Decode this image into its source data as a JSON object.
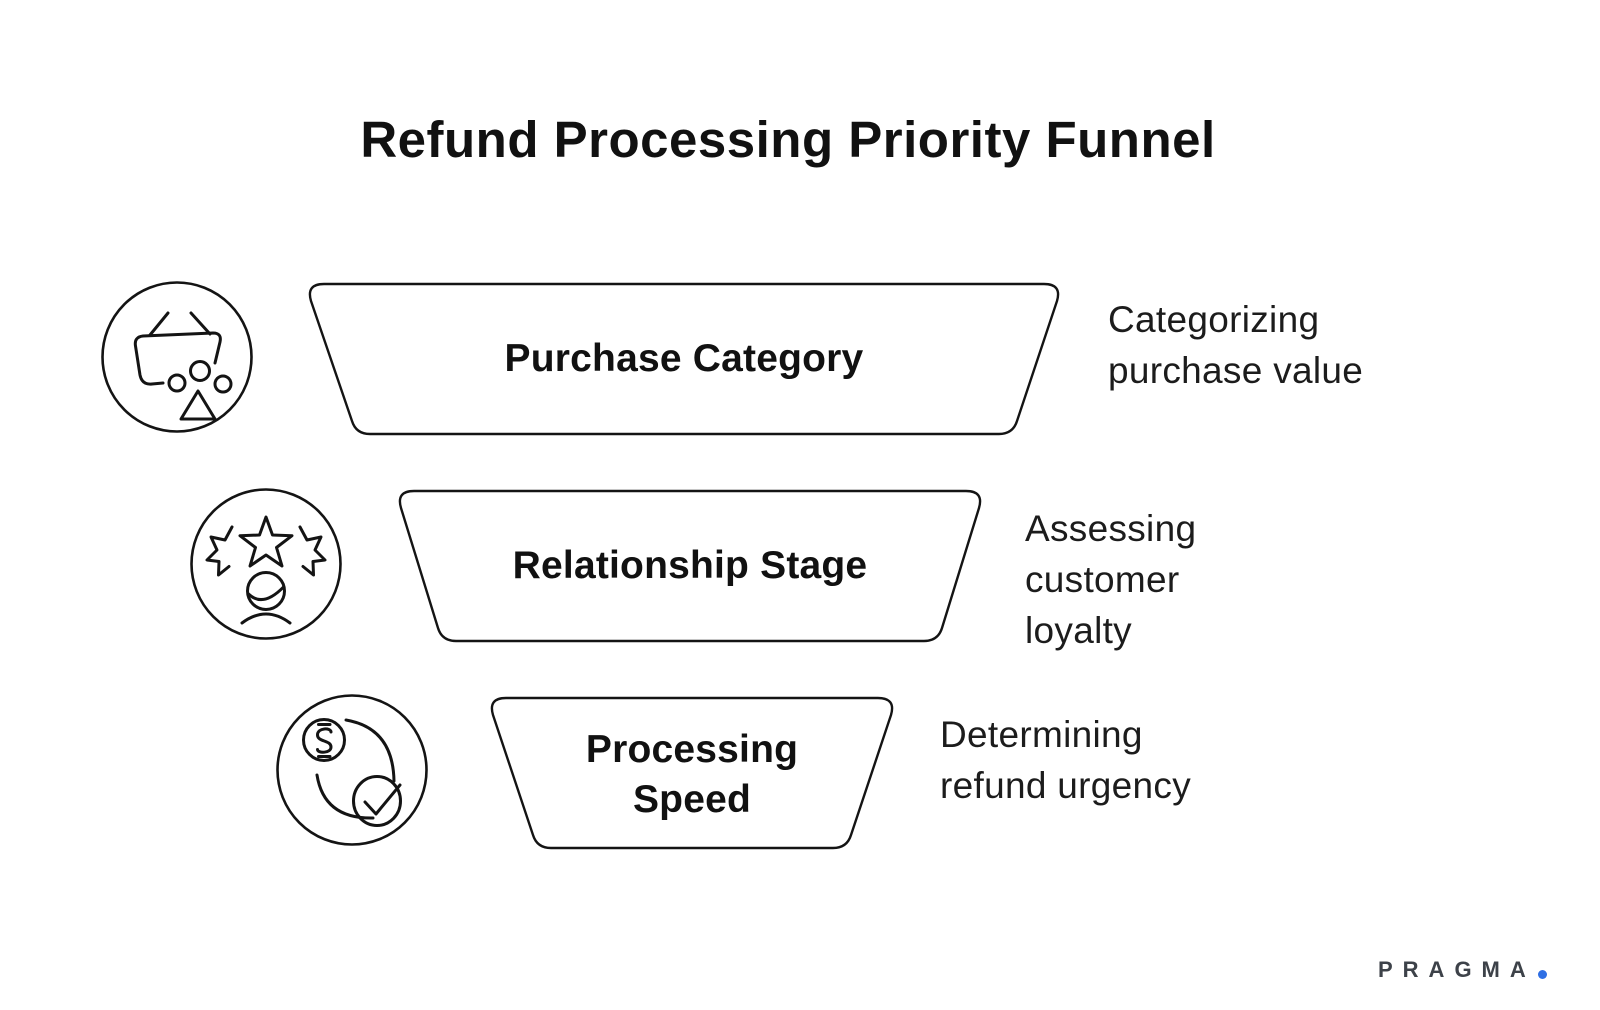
{
  "title": "Refund Processing Priority Funnel",
  "stages": [
    {
      "icon": "shopping-basket-icon",
      "label_lines": [
        "Purchase Category"
      ],
      "description_lines": [
        "Categorizing",
        "purchase value"
      ]
    },
    {
      "icon": "customer-loyalty-stars-icon",
      "label_lines": [
        "Relationship Stage"
      ],
      "description_lines": [
        "Assessing",
        "customer",
        "loyalty"
      ]
    },
    {
      "icon": "refund-approval-icon",
      "label_lines": [
        "Processing",
        "Speed"
      ],
      "description_lines": [
        "Determining",
        "refund urgency"
      ]
    }
  ],
  "logo": {
    "text": "PRAGMA"
  },
  "colors": {
    "background": "#ffffff",
    "stroke": "#141414",
    "text": "#111111",
    "logo_text": "#3d4249",
    "logo_dot": "#2f6fe4"
  }
}
